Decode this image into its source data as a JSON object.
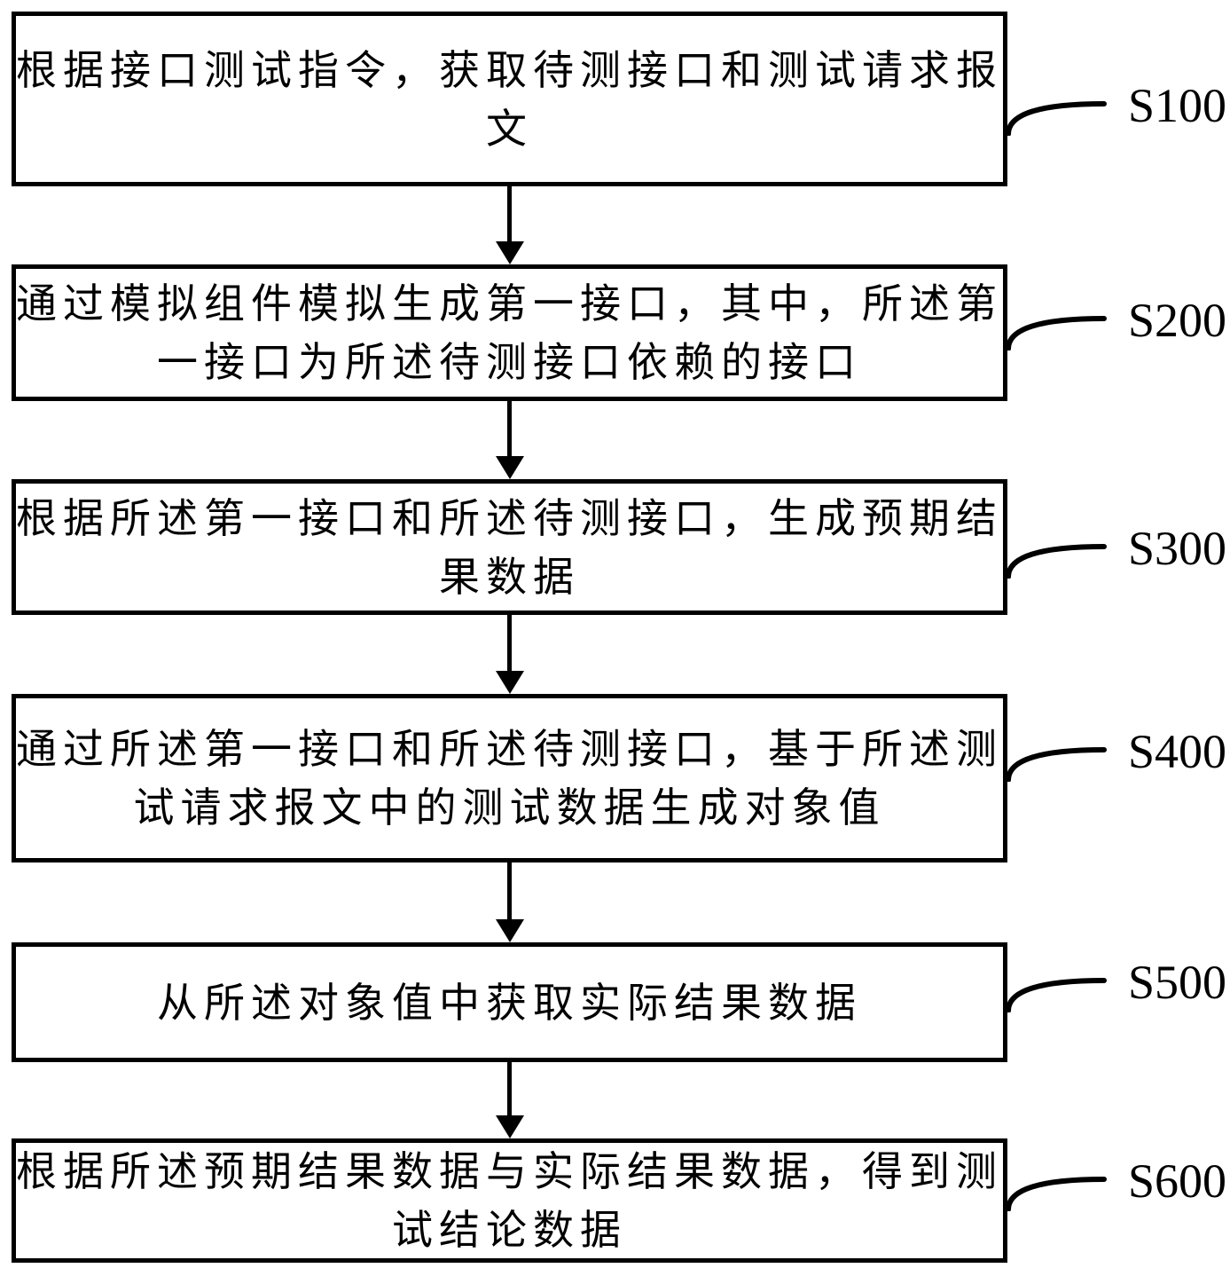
{
  "figure": {
    "type": "flowchart",
    "background_color": "#ffffff",
    "line_color": "#000000",
    "steps": [
      {
        "label": "S100",
        "text": "根据接口测试指令，获取待测接口和测试请求报文",
        "lines": [
          "根据接口测试指令，获取待测接口和测试请求报",
          "文"
        ]
      },
      {
        "label": "S200",
        "text": "通过模拟组件模拟生成第一接口，其中，所述第一接口为所述待测接口依赖的接口",
        "lines": [
          "通过模拟组件模拟生成第一接口，其中，所述第",
          "一接口为所述待测接口依赖的接口"
        ]
      },
      {
        "label": "S300",
        "text": "根据所述第一接口和所述待测接口，生成预期结果数据",
        "lines": [
          "根据所述第一接口和所述待测接口，生成预期结",
          "果数据"
        ]
      },
      {
        "label": "S400",
        "text": "通过所述第一接口和所述待测接口，基于所述测试请求报文中的测试数据生成对象值",
        "lines": [
          "通过所述第一接口和所述待测接口，基于所述测",
          "试请求报文中的测试数据生成对象值"
        ]
      },
      {
        "label": "S500",
        "text": "从所述对象值中获取实际结果数据",
        "lines": [
          "从所述对象值中获取实际结果数据"
        ]
      },
      {
        "label": "S600",
        "text": "根据所述预期结果数据与实际结果数据，得到测试结论数据",
        "lines": [
          "根据所述预期结果数据与实际结果数据，得到测",
          "试结论数据"
        ]
      }
    ]
  }
}
